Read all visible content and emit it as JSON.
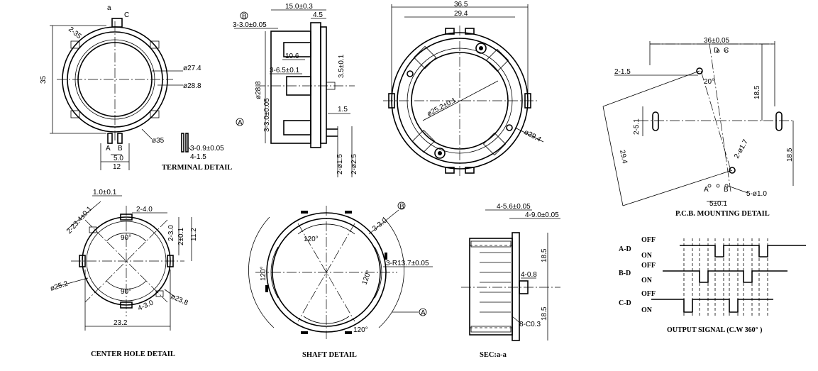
{
  "captions": {
    "terminal_detail": "TERMINAL DETAIL",
    "center_hole_detail": "CENTER HOLE DETAIL",
    "shaft_detail": "SHAFT DETAIL",
    "section": "SEC:a-a",
    "pcb_mounting_detail": "P.C.B. MOUNTING DETAIL",
    "output_signal": "OUTPUT SIGNAL (C.W 360° )"
  },
  "front_view": {
    "pin_labels": [
      "a",
      "C",
      "A",
      "B"
    ],
    "dims": {
      "height": "35",
      "phi27_4": "ø27.4",
      "phi28_8": "ø28.8",
      "phi35": "ø35",
      "pitch": "5.0",
      "width": "12",
      "r_label": "2-35",
      "term_w": "3-0.9±0.05",
      "term_h": "4-1.5"
    }
  },
  "side_view": {
    "markers": [
      "B",
      "A"
    ],
    "dims": {
      "d15": "15.0±0.3",
      "d4_5": "4.5",
      "d3_3": "3-3.0±0.05",
      "d10_6": "10.6",
      "d3_6_5": "3-6.5±0.1",
      "d3_5": "3.5±0.1",
      "d28_8": "ø28.8",
      "d3_3b": "3-3.0±0.05",
      "d1_5": "1.5",
      "d2_phi1_5": "2-ø1.5",
      "d2_phi2_5": "2-ø2.5"
    }
  },
  "top_view": {
    "dims": {
      "d36_5": "36.5",
      "d29_4": "29.4",
      "phi25_2": "ø25.2±0.1",
      "phi29_4": "ø29.4"
    }
  },
  "center_hole": {
    "dims": {
      "d1": "1.0±0.1",
      "d2_4": "2-4.0",
      "d2_3": "2-3.0",
      "d2": "2±0.1",
      "d11_2": "11.2",
      "d2_23_4": "2-23.4±0.1",
      "a90a": "90°",
      "a90b": "90°",
      "phi25_2": "ø25.2",
      "phi23_8": "ø23.8",
      "d4_3": "4-3.0",
      "d23_2": "23.2"
    }
  },
  "shaft": {
    "marker_b": "B",
    "marker_a": "A",
    "dims": {
      "d3_3": "3-3.0",
      "a120_top": "120°",
      "a120_left": "120°",
      "a120_right": "120°",
      "a120_bottom": "120°",
      "r13_7": "3-R13.7±0.05"
    }
  },
  "section_view": {
    "dims": {
      "d4_5_6": "4-5.6±0.05",
      "d4_9": "4-9.0±0.05",
      "d18_5a": "18.5",
      "d4_0_8": "4-0.8",
      "d8_c0_3": "8-C0.3",
      "d18_5b": "18.5"
    }
  },
  "pcb": {
    "pin_labels": [
      "D",
      "C",
      "A",
      "B"
    ],
    "dims": {
      "d36": "36±0.05",
      "d2_1_5": "2-1.5",
      "a20": "20°",
      "d18_5a": "18.5",
      "d2_5_1": "2-5.1",
      "d2_phi1_7": "2-ø1.7",
      "d29_4": "29.4",
      "d18_5b": "18.5",
      "d5": "5±0.1",
      "d5_phi1": "5-ø1.0"
    }
  },
  "signal": {
    "rows": [
      {
        "name": "A-D",
        "off": "OFF",
        "on": "ON"
      },
      {
        "name": "B-D",
        "off": "OFF",
        "on": "ON"
      },
      {
        "name": "C-D",
        "off": "OFF",
        "on": "ON"
      }
    ]
  }
}
